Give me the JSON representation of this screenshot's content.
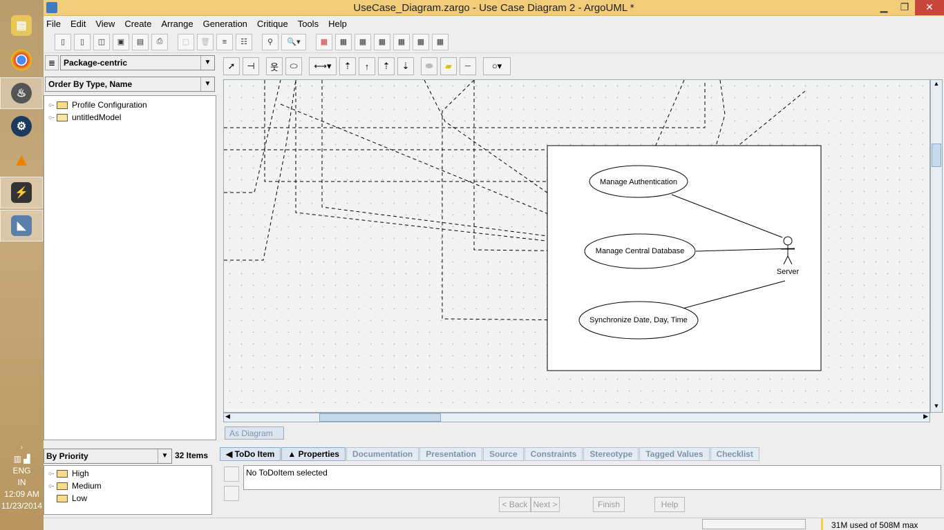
{
  "window": {
    "title": "UseCase_Diagram.zargo - Use Case Diagram 2 - ArgoUML *",
    "minimize": "▁",
    "maximize": "❐",
    "close": "✕"
  },
  "menu": [
    "File",
    "Edit",
    "View",
    "Create",
    "Arrange",
    "Generation",
    "Critique",
    "Tools",
    "Help"
  ],
  "explorer": {
    "perspective": "Package-centric",
    "order": "Order By Type, Name",
    "tree": [
      "Profile Configuration",
      "untitledModel"
    ]
  },
  "diagram": {
    "tab_label": "As Diagram",
    "use_cases": [
      "Manage Authentication",
      "Manage Central Database",
      "Synchronize Date, Day, Time"
    ],
    "actor": "Server"
  },
  "todo": {
    "grouping": "By Priority",
    "count": "32 Items",
    "priorities": [
      "High",
      "Medium",
      "Low"
    ]
  },
  "details": {
    "tabs": [
      "ToDo Item",
      "Properties",
      "Documentation",
      "Presentation",
      "Source",
      "Constraints",
      "Stereotype",
      "Tagged Values",
      "Checklist"
    ],
    "message": "No ToDoItem selected",
    "buttons": {
      "back": "< Back",
      "next": "Next >",
      "finish": "Finish",
      "help": "Help"
    }
  },
  "status": {
    "memory": "31M used of 508M max"
  },
  "tray": {
    "lang": "ENG",
    "region": "IN",
    "time": "12:09 AM",
    "date": "11/23/2014"
  }
}
